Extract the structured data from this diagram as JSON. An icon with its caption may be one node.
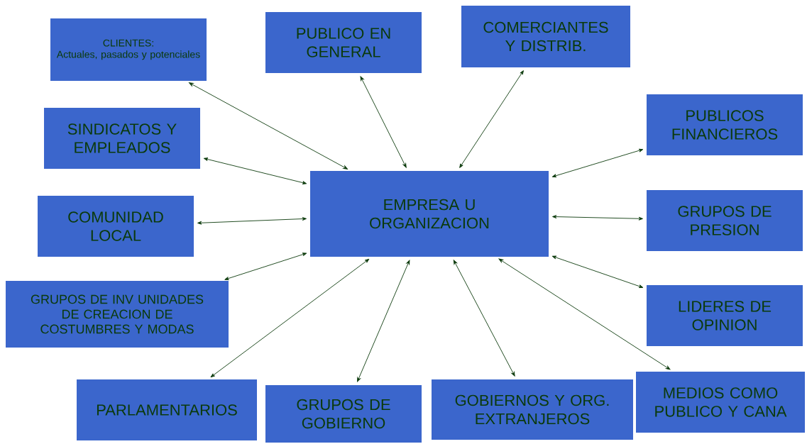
{
  "diagram": {
    "nodes": [
      {
        "text": [
          "EMPRESA U ORGANIZACION"
        ]
      },
      {
        "text": [
          "CLIENTES:",
          "Actuales, pasados y potenciales"
        ]
      },
      {
        "text": [
          "PUBLICO EN GENERAL"
        ]
      },
      {
        "text": [
          "COMERCIANTES Y DISTRIB."
        ]
      },
      {
        "text": [
          "SINDICATOS Y EMPLEADOS"
        ]
      },
      {
        "text": [
          "PUBLICOS FINANCIEROS"
        ]
      },
      {
        "text": [
          "COMUNIDAD LOCAL"
        ]
      },
      {
        "text": [
          "GRUPOS DE PRESION"
        ]
      },
      {
        "text": [
          "GRUPOS DE INV UNIDADES DE CREACION DE COSTUMBRES Y MODAS"
        ]
      },
      {
        "text": [
          "LIDERES DE OPINION"
        ]
      },
      {
        "text": [
          "PARLAMENTARIOS"
        ]
      },
      {
        "text": [
          "GRUPOS DE GOBIERNO"
        ]
      },
      {
        "text": [
          "GOBIERNOS Y ORG. EXTRANJEROS"
        ]
      },
      {
        "text": [
          "MEDIOS COMO PUBLICO Y CANA"
        ]
      }
    ],
    "edges": [
      {
        "from": 0,
        "to": 1,
        "arrow": "both"
      },
      {
        "from": 0,
        "to": 2,
        "arrow": "both"
      },
      {
        "from": 0,
        "to": 3,
        "arrow": "both"
      },
      {
        "from": 0,
        "to": 4,
        "arrow": "both"
      },
      {
        "from": 0,
        "to": 5,
        "arrow": "both"
      },
      {
        "from": 0,
        "to": 6,
        "arrow": "both"
      },
      {
        "from": 0,
        "to": 7,
        "arrow": "both"
      },
      {
        "from": 0,
        "to": 8,
        "arrow": "both"
      },
      {
        "from": 0,
        "to": 9,
        "arrow": "both"
      },
      {
        "from": 0,
        "to": 10,
        "arrow": "both"
      },
      {
        "from": 0,
        "to": 11,
        "arrow": "both"
      },
      {
        "from": 0,
        "to": 12,
        "arrow": "both"
      },
      {
        "from": 0,
        "to": 13,
        "arrow": "both"
      }
    ]
  }
}
